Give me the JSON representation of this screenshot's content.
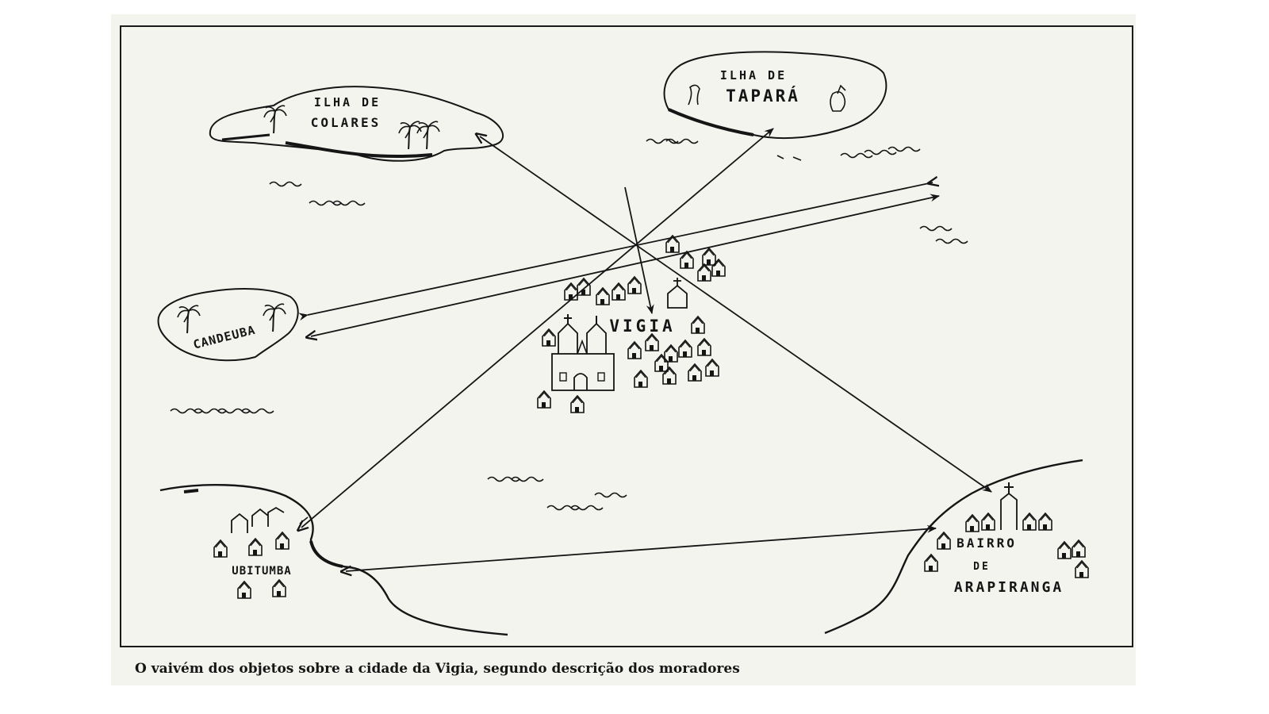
{
  "map": {
    "places": {
      "colares": "ILHA DE COLARES",
      "tapara_line1": "ILHA DE",
      "tapara_line2": "TAPARÁ",
      "candeuba": "CANDEUBA",
      "vigia": "VIGIA",
      "ubitumba": "UBITUMBA",
      "bairro_line1": "BAIRRO",
      "bairro_line2": "DE",
      "bairro_line3": "ARAPIRANGA"
    }
  },
  "caption": "O vaivém dos objetos sobre a cidade da Vigia, segundo descrição dos moradores",
  "colors": {
    "ink": "#151515",
    "paper": "#f4f4ef"
  }
}
